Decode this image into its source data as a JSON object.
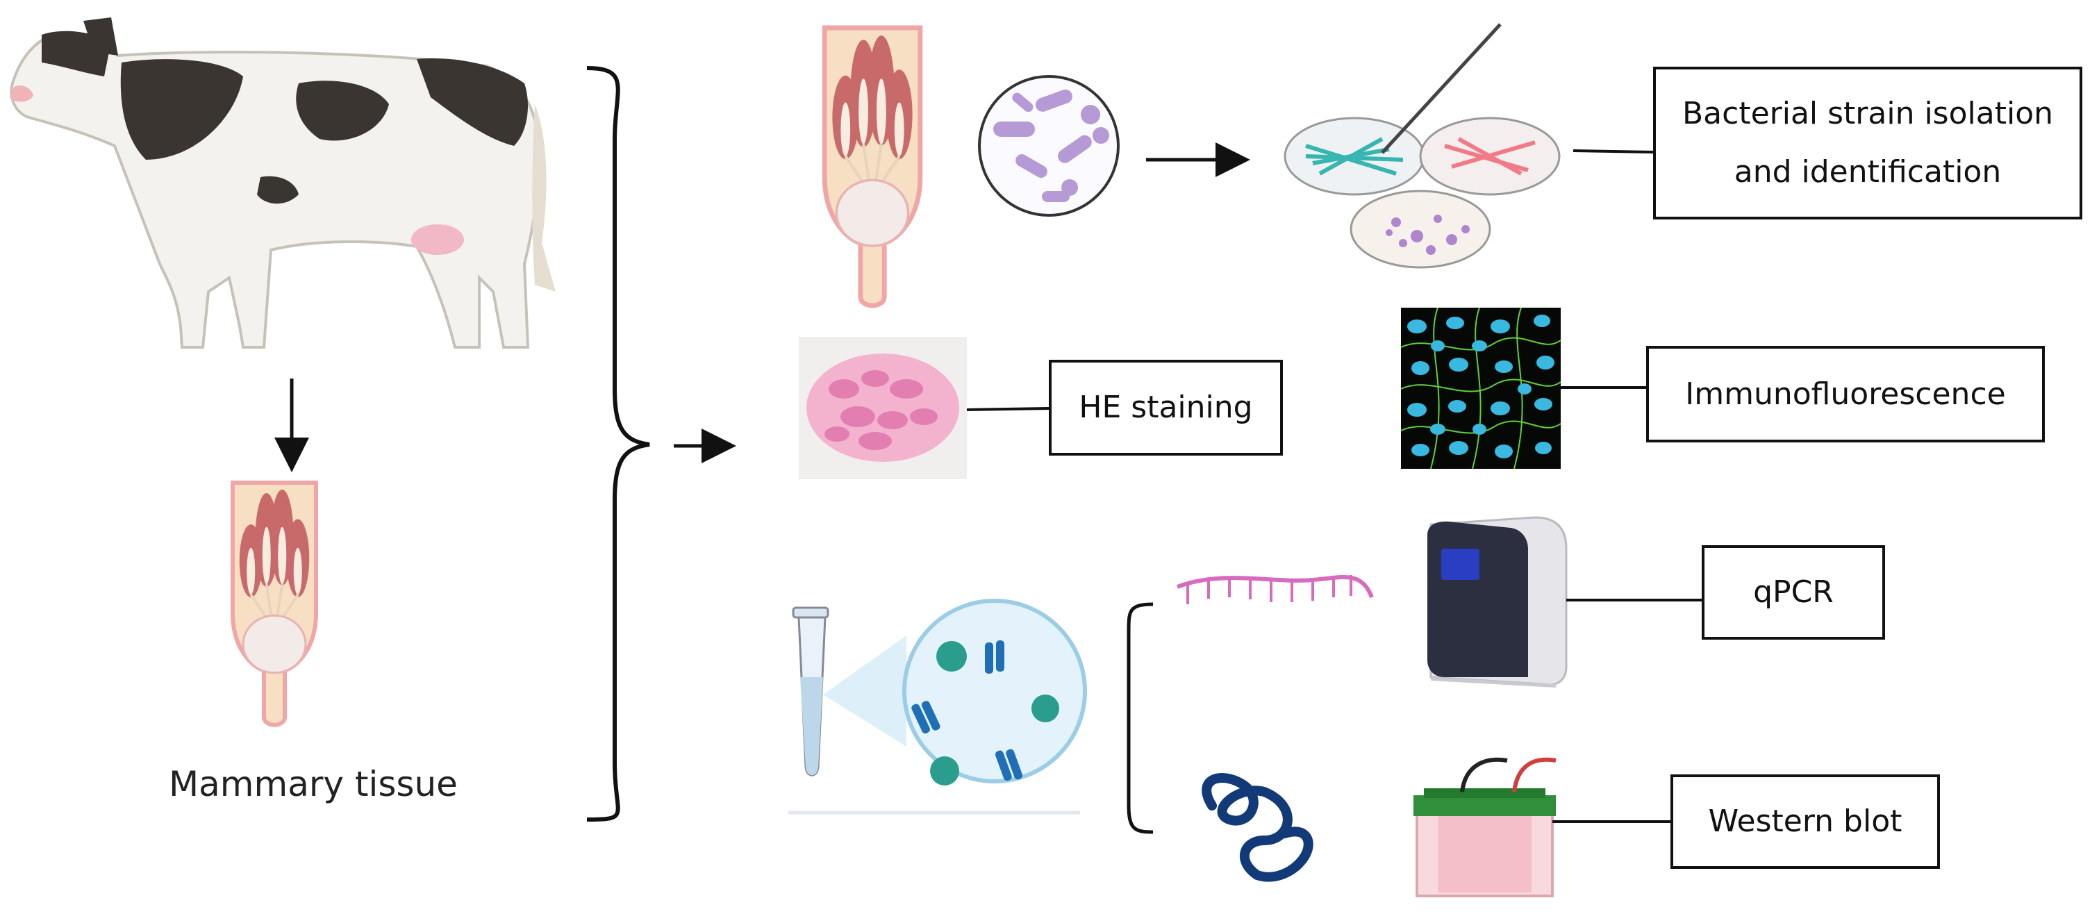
{
  "source_label": "Mammary tissue",
  "outputs": {
    "bacterial": [
      "Bacterial strain isolation",
      "and identification"
    ],
    "he_staining": "HE staining",
    "immunofluorescence": "Immunofluorescence",
    "qpcr": "qPCR",
    "western_blot": "Western blot"
  },
  "colors": {
    "line": "#111111",
    "cow_spots": "#3a3530",
    "udder_pink": "#f2b8c6",
    "tissue_fill": "#f7dfc3",
    "lobule_red": "#c96a6a",
    "microbe_purple": "#b69ad6",
    "fluor_cyan": "#39b8e0",
    "fluor_green": "#5fd13a",
    "rna_pink": "#d86bbd",
    "protein_navy": "#123a78",
    "protein_teal": "#2a9d8f",
    "machine_dark": "#2c2f3f",
    "gel_green": "#2f8f3a"
  }
}
